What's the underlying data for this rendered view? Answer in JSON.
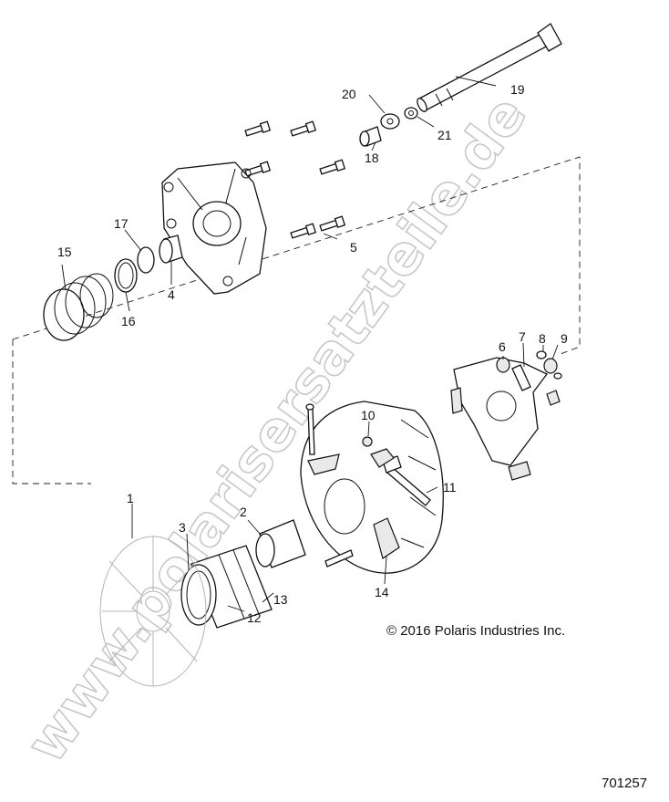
{
  "diagram": {
    "copyright": "© 2016 Polaris Industries Inc.",
    "figure_number": "701257",
    "watermark": "www.polarisersatzteile.de",
    "callouts": {
      "c1": "1",
      "c2": "2",
      "c3": "3",
      "c4": "4",
      "c5": "5",
      "c6": "6",
      "c7": "7",
      "c8": "8",
      "c9": "9",
      "c10": "10",
      "c11": "11",
      "c12": "12",
      "c13": "13",
      "c14": "14",
      "c15": "15",
      "c16": "16",
      "c17": "17",
      "c18": "18",
      "c19": "19",
      "c20": "20",
      "c21": "21"
    }
  }
}
